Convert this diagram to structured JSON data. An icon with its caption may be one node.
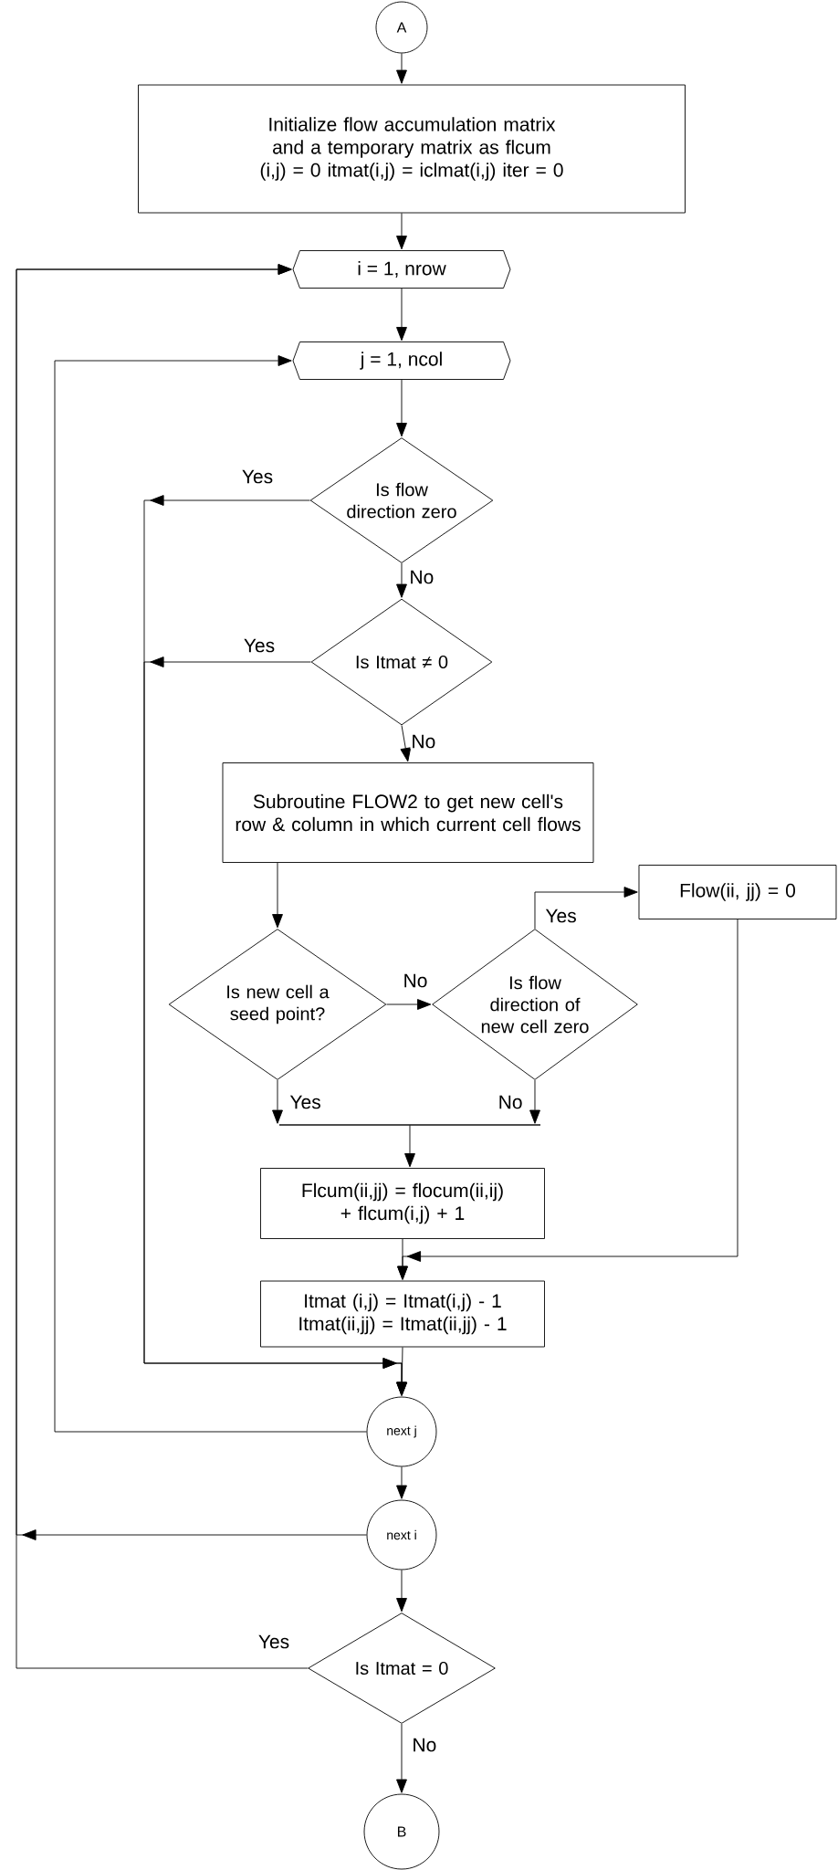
{
  "diagram": {
    "nodes": [
      {
        "text": [
          "A"
        ]
      },
      {
        "text": [
          "Initialize flow accumulation matrix and a temporary matrix as flcum (i,j) = 0 itmat(i,j) = iclmat(i,j) iter = 0"
        ]
      },
      {
        "text": [
          "i = 1, nrow"
        ]
      },
      {
        "text": [
          "j = 1, ncol"
        ]
      },
      {
        "text": [
          "Is flow direction zero"
        ]
      },
      {
        "text": [
          "Is Itmat ≠ 0"
        ]
      },
      {
        "text": [
          "Subroutine FLOW2 to get new cell's row & column in which current cell flows"
        ]
      },
      {
        "text": [
          "Is new cell a seed point?"
        ]
      },
      {
        "text": [
          "Is flow direction of new cell zero"
        ]
      },
      {
        "text": [
          "Flow(ii, jj) = 0"
        ]
      },
      {
        "text": [],
        "shape": "bar"
      },
      {
        "text": [
          "Flcum(ii,jj) = flocum(ii,ij) + flcum(i,j) + 1"
        ]
      },
      {
        "text": [
          "Itmat (i,j) =  Itmat(i,j) - 1 Itmat(ii,jj) = Itmat(ii,jj) - 1"
        ]
      },
      {
        "text": [
          "next j"
        ]
      },
      {
        "text": [
          "next i"
        ]
      },
      {
        "text": [
          "Is Itmat = 0"
        ]
      },
      {
        "text": [
          "B"
        ]
      }
    ],
    "edges": [
      {
        "from": 0,
        "to": 1,
        "arrow": "to"
      },
      {
        "from": 1,
        "to": 2,
        "arrow": "to"
      },
      {
        "from": 2,
        "to": 3,
        "arrow": "to"
      },
      {
        "from": 3,
        "to": 4,
        "arrow": "to"
      },
      {
        "from": 4,
        "to": 5,
        "arrow": "to",
        "label": "No"
      },
      {
        "from": 4,
        "to": 13,
        "arrow": "to",
        "label": "Yes"
      },
      {
        "from": 5,
        "to": 13,
        "arrow": "to",
        "label": "Yes"
      },
      {
        "from": 5,
        "to": 6,
        "arrow": "to",
        "label": "No"
      },
      {
        "from": 6,
        "to": 7,
        "arrow": "to"
      },
      {
        "from": 7,
        "to": 8,
        "arrow": "to",
        "label": "No"
      },
      {
        "from": 8,
        "to": 9,
        "arrow": "to",
        "label": "Yes"
      },
      {
        "from": 7,
        "to": 10,
        "arrow": "to",
        "label": "Yes"
      },
      {
        "from": 8,
        "to": 10,
        "arrow": "to",
        "label": "No"
      },
      {
        "from": 10,
        "to": 11,
        "arrow": "to"
      },
      {
        "from": 11,
        "to": 12,
        "arrow": "to"
      },
      {
        "from": 9,
        "to": 12,
        "arrow": "to"
      },
      {
        "from": 12,
        "to": 13,
        "arrow": "to"
      },
      {
        "from": 13,
        "to": 3,
        "arrow": "to"
      },
      {
        "from": 14,
        "to": 2,
        "arrow": "to"
      },
      {
        "from": 15,
        "to": 2,
        "arrow": "to",
        "label": "Yes"
      },
      {
        "from": 13,
        "to": 14,
        "arrow": "to"
      },
      {
        "from": 14,
        "to": 15,
        "arrow": "to"
      },
      {
        "from": 15,
        "to": 16,
        "arrow": "to",
        "label": "No"
      }
    ]
  }
}
